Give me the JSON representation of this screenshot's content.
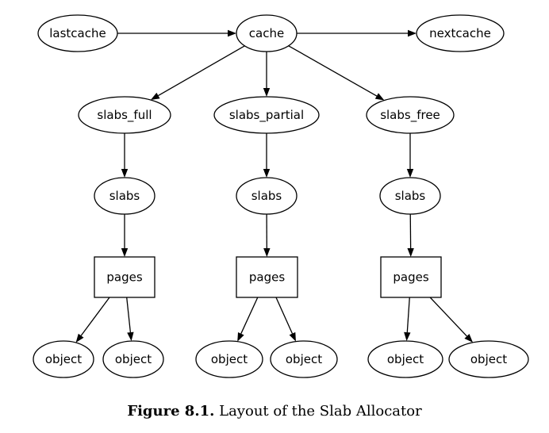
{
  "diagram": {
    "nodes": {
      "lastcache": "lastcache",
      "cache": "cache",
      "nextcache": "nextcache",
      "slabs_full": "slabs_full",
      "slabs_partial": "slabs_partial",
      "slabs_free": "slabs_free",
      "slabs_1": "slabs",
      "slabs_2": "slabs",
      "slabs_3": "slabs",
      "pages_1": "pages",
      "pages_2": "pages",
      "pages_3": "pages",
      "object_1": "object",
      "object_2": "object",
      "object_3": "object",
      "object_4": "object",
      "object_5": "object",
      "object_6": "object"
    },
    "edges": [
      [
        "lastcache",
        "cache"
      ],
      [
        "cache",
        "nextcache"
      ],
      [
        "cache",
        "slabs_full"
      ],
      [
        "cache",
        "slabs_partial"
      ],
      [
        "cache",
        "slabs_free"
      ],
      [
        "slabs_full",
        "slabs_1"
      ],
      [
        "slabs_partial",
        "slabs_2"
      ],
      [
        "slabs_free",
        "slabs_3"
      ],
      [
        "slabs_1",
        "pages_1"
      ],
      [
        "slabs_2",
        "pages_2"
      ],
      [
        "slabs_3",
        "pages_3"
      ],
      [
        "pages_1",
        "object_1"
      ],
      [
        "pages_1",
        "object_2"
      ],
      [
        "pages_2",
        "object_3"
      ],
      [
        "pages_2",
        "object_4"
      ],
      [
        "pages_3",
        "object_5"
      ],
      [
        "pages_3",
        "object_6"
      ]
    ]
  },
  "caption": {
    "label": "Figure 8.1.",
    "text": "Layout of the Slab Allocator"
  }
}
